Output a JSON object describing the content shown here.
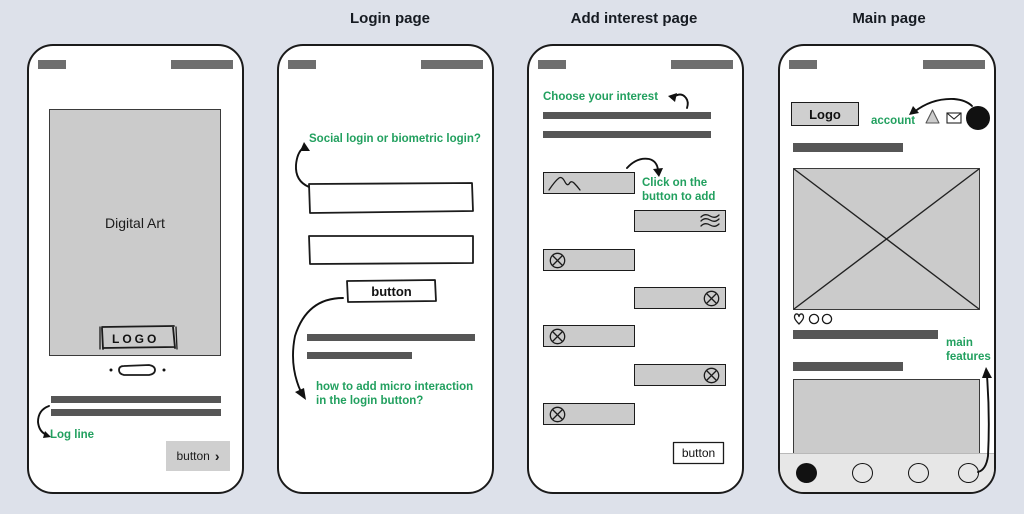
{
  "canvas": {
    "background": "#dde1ea",
    "accent_green": "#22a05f",
    "ink": "#1b1b1b",
    "gray_fill": "#cbcbcb",
    "bar_gray": "#565656"
  },
  "panels": [
    {
      "id": "onboarding",
      "title": "",
      "phone": {
        "status_bar": {
          "left": "signal-block",
          "right": "battery-block"
        },
        "hero": {
          "label": "Digital Art",
          "logo_sketch_text": "LOGO"
        },
        "pagination": {
          "dots": 2,
          "active_shape": "pill"
        },
        "text_bars": 2,
        "cta": {
          "label": "button",
          "chevron": "›"
        },
        "notes": [
          {
            "text": "Log line",
            "color": "#22a05f"
          }
        ]
      }
    },
    {
      "id": "login",
      "title": "Login page",
      "phone": {
        "status_bar": {
          "left": "signal-block",
          "right": "battery-block"
        },
        "inputs": [
          {
            "value": "",
            "placeholder": ""
          },
          {
            "value": "",
            "placeholder": ""
          }
        ],
        "button": {
          "label": "button"
        },
        "text_bars": 2,
        "notes": [
          {
            "text": "Social login or biometric login?",
            "color": "#22a05f"
          },
          {
            "text": "how to add micro interaction\nin the login button?",
            "color": "#22a05f"
          }
        ]
      }
    },
    {
      "id": "add-interest",
      "title": "Add interest page",
      "phone": {
        "status_bar": {
          "left": "signal-block",
          "right": "battery-block"
        },
        "heading_note": "Choose your interest",
        "text_bars": 2,
        "chips": [
          {
            "side": "left",
            "icon": "mountain-icon"
          },
          {
            "side": "right",
            "icon": "waves-icon"
          },
          {
            "side": "left",
            "icon": "circle-x-icon"
          },
          {
            "side": "right",
            "icon": "circle-x-icon"
          },
          {
            "side": "left",
            "icon": "circle-x-icon"
          },
          {
            "side": "right",
            "icon": "circle-x-icon"
          },
          {
            "side": "left",
            "icon": "circle-x-icon"
          }
        ],
        "button": {
          "label": "button"
        },
        "notes": [
          {
            "text": "Choose your interest",
            "color": "#22a05f"
          },
          {
            "text": "Click on the\nbutton to add",
            "color": "#22a05f"
          }
        ]
      }
    },
    {
      "id": "main",
      "title": "Main page",
      "phone": {
        "status_bar": {
          "left": "signal-block",
          "right": "battery-block"
        },
        "logo": {
          "label": "Logo"
        },
        "header_icons": [
          "bell-icon",
          "envelope-icon",
          "avatar"
        ],
        "title_bar": true,
        "image_placeholder": {
          "type": "crossed-box"
        },
        "reactions": [
          "heart-icon",
          "circle-icon",
          "circle-icon"
        ],
        "text_bars": 2,
        "card_placeholder": true,
        "bottom_nav": [
          {
            "state": "active"
          },
          {
            "state": "inactive"
          },
          {
            "state": "inactive"
          },
          {
            "state": "inactive"
          }
        ],
        "notes": [
          {
            "text": "account",
            "color": "#22a05f"
          },
          {
            "text": "main\nfeatures",
            "color": "#22a05f"
          }
        ]
      }
    }
  ]
}
